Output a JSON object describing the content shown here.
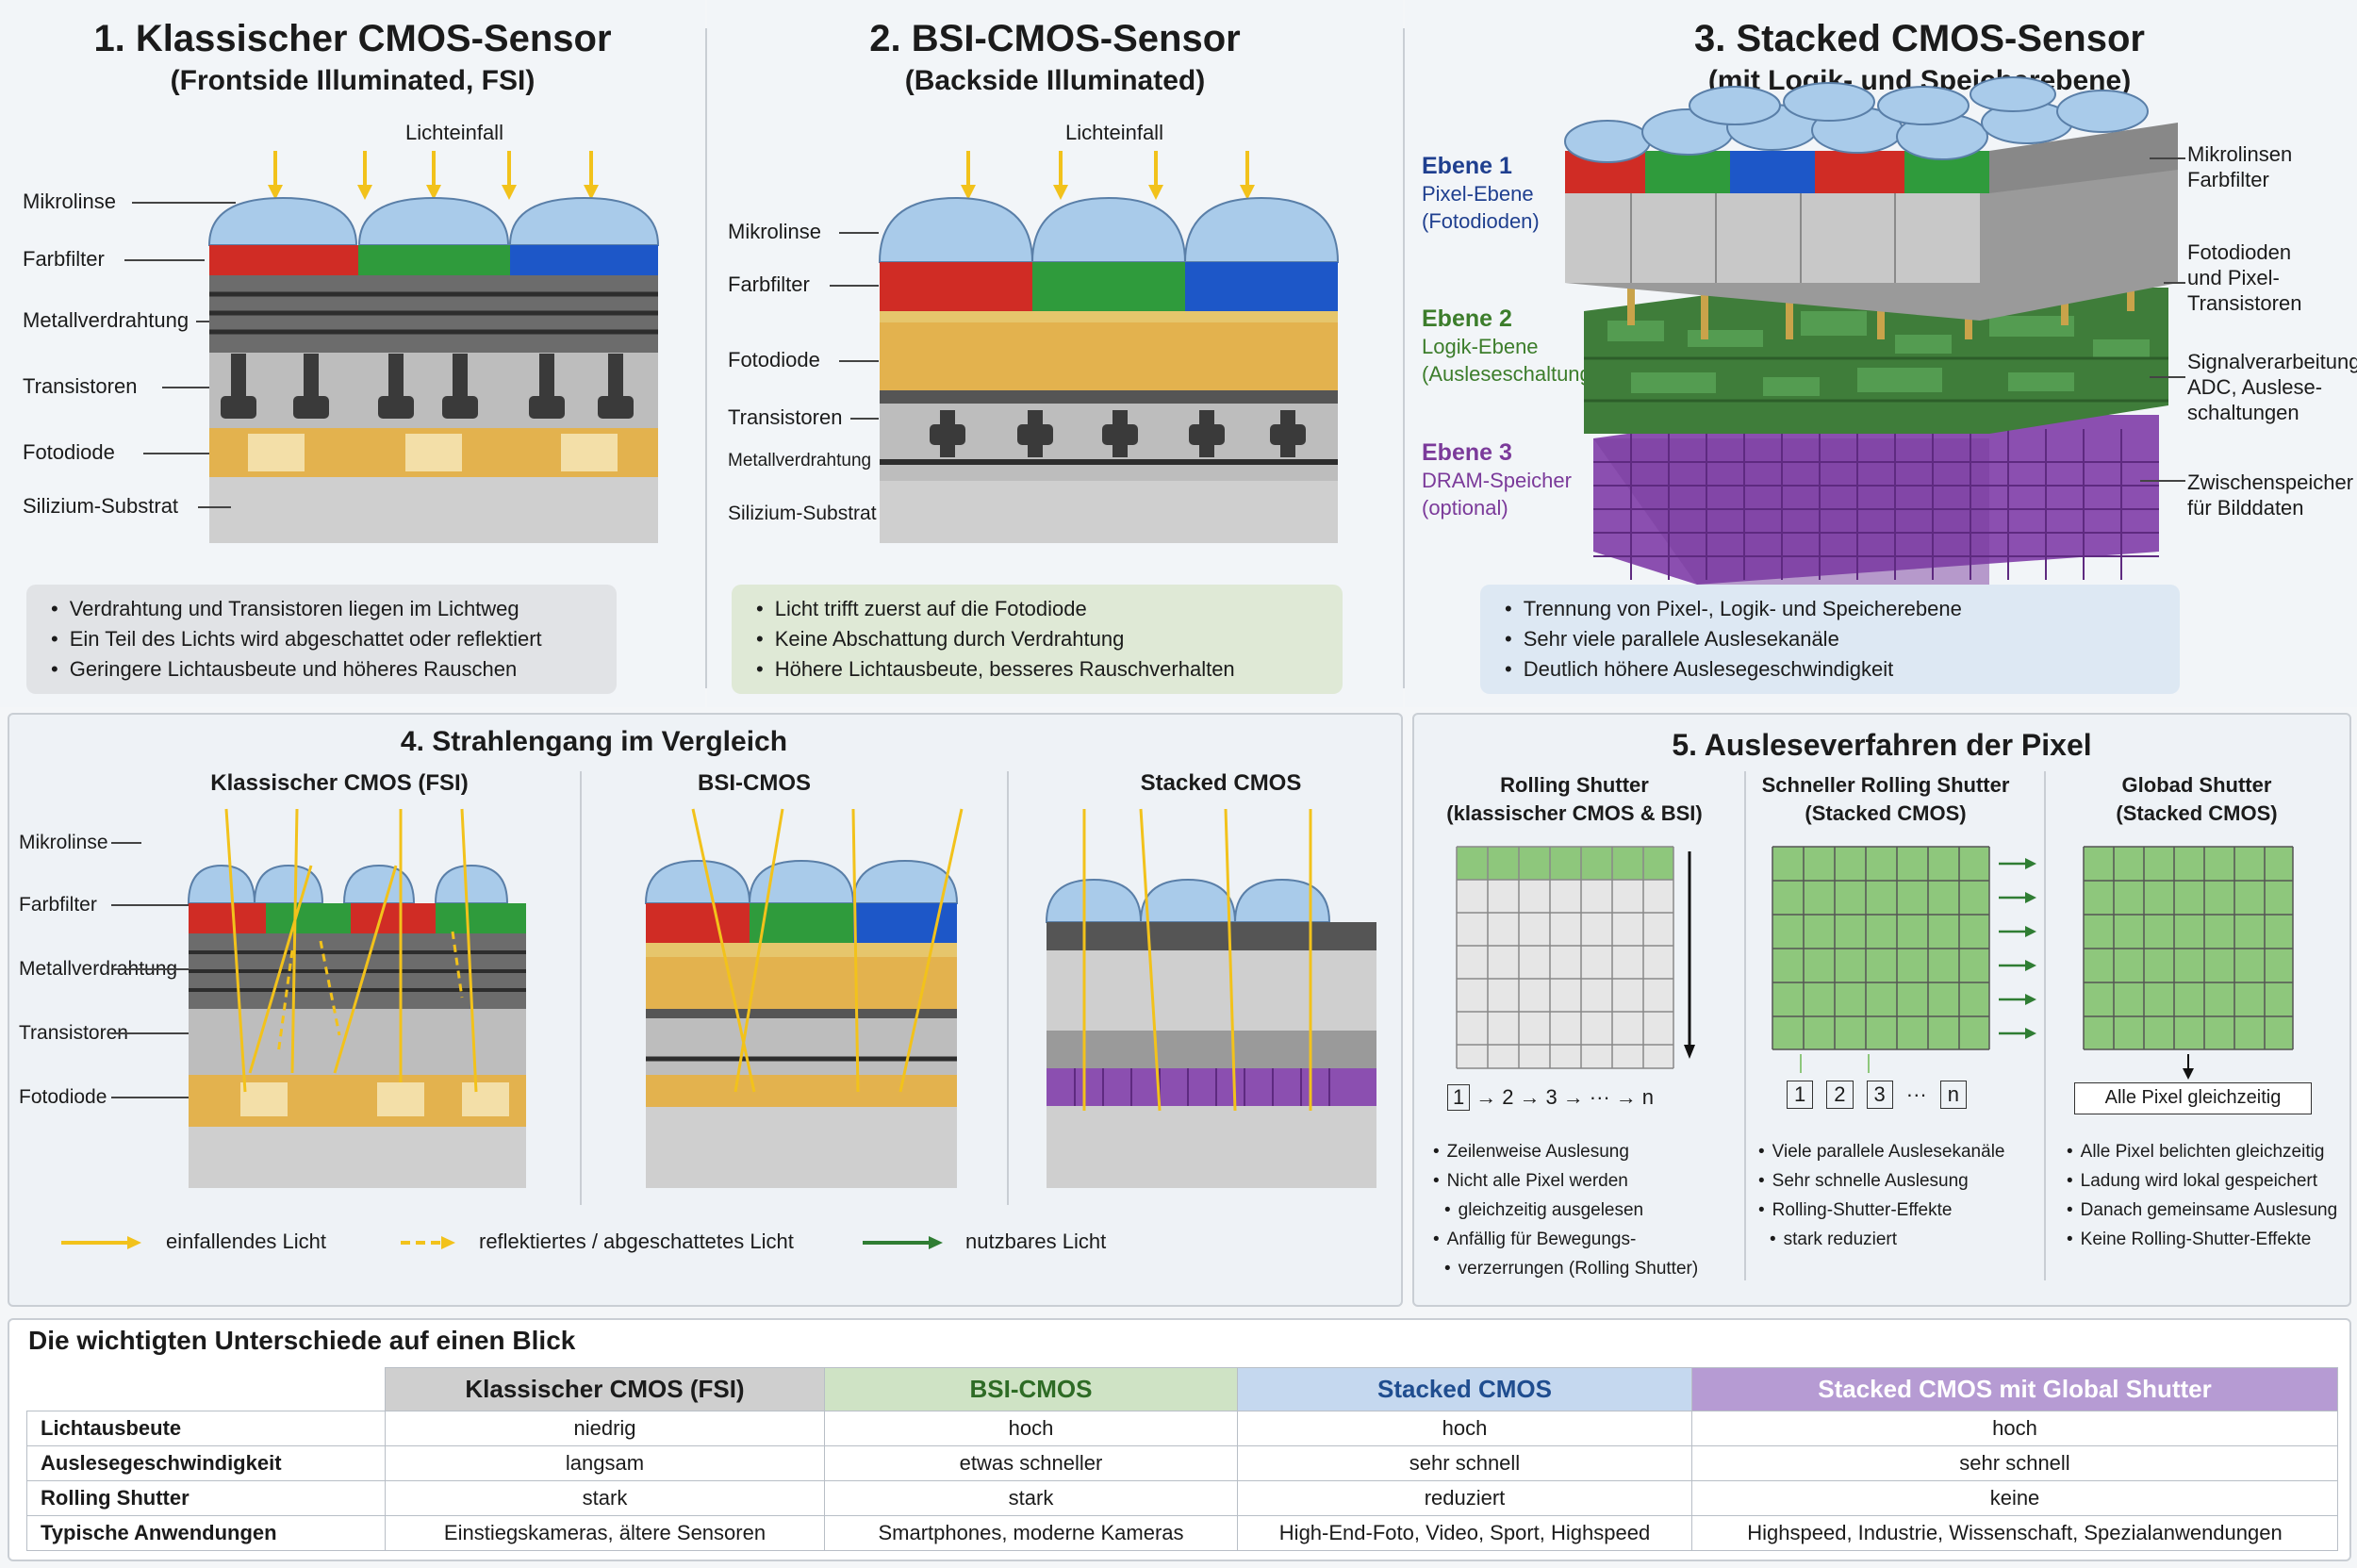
{
  "sections": {
    "fsi": {
      "title": "1. Klassischer CMOS-Sensor",
      "subtitle": "(Frontside Illuminated, FSI)",
      "light": "Lichteinfall",
      "labels": [
        "Mikrolinse",
        "Farbfilter",
        "Metallverdrahtung",
        "Transistoren",
        "Fotodiode",
        "Silizium-Substrat"
      ],
      "notes": [
        "Verdrahtung und Transistoren liegen im Lichtweg",
        "Ein Teil des Lichts wird abgeschattet oder reflektiert",
        "Geringere Lichtausbeute und höheres Rauschen"
      ]
    },
    "bsi": {
      "title": "2. BSI-CMOS-Sensor",
      "subtitle": "(Backside Illuminated)",
      "light": "Lichteinfall",
      "labels": [
        "Mikrolinse",
        "Farbfilter",
        "Fotodiode",
        "Transistoren",
        "Metallverdrahtung",
        "Silizium-Substrat"
      ],
      "notes": [
        "Licht trifft zuerst auf die Fotodiode",
        "Keine Abschattung durch Verdrahtung",
        "Höhere Lichtausbeute, besseres Rauschverhalten"
      ]
    },
    "stacked": {
      "title": "3. Stacked CMOS-Sensor",
      "subtitle": "(mit Logik- und Speicherebene)",
      "levels": [
        {
          "name": "Ebene 1",
          "desc1": "Pixel-Ebene",
          "desc2": "(Fotodioden)",
          "color": "#1f3f8f"
        },
        {
          "name": "Ebene 2",
          "desc1": "Logik-Ebene",
          "desc2": "(Ausleseschaltungen)",
          "color": "#3c7d2b"
        },
        {
          "name": "Ebene 3",
          "desc1": "DRAM-Speicher",
          "desc2": "(optional)",
          "color": "#7b3a9a"
        }
      ],
      "right_labels": [
        {
          "l1": "Mikrolinsen",
          "l2": "Farbfilter",
          "l3": ""
        },
        {
          "l1": "Fotodioden",
          "l2": "und Pixel-",
          "l3": "Transistoren"
        },
        {
          "l1": "Signalverarbeitung,",
          "l2": "ADC, Auslese-",
          "l3": "schaltungen"
        },
        {
          "l1": "Zwischenspeicher",
          "l2": "für Bilddaten",
          "l3": ""
        }
      ],
      "notes": [
        "Trennung von Pixel-, Logik- und Speicherebene",
        "Sehr viele parallele Auslesekanäle",
        "Deutlich höhere Auslesegeschwindigkeit"
      ]
    },
    "beam": {
      "title": "4. Strahlengang im Vergleich",
      "col1": "Klassischer CMOS (FSI)",
      "col2": "BSI-CMOS",
      "col3": "Stacked CMOS",
      "labels": [
        "Mikrolinse",
        "Farbfilter",
        "Metallverdrahtung",
        "Transistoren",
        "Fotodiode"
      ],
      "legend": [
        "einfallendes Licht",
        "reflektiertes / abgeschattetes Licht",
        "nutzbares Licht"
      ]
    },
    "readout": {
      "title": "5. Ausleseverfahren der Pixel",
      "col1": {
        "t1": "Rolling Shutter",
        "t2": "(klassischer CMOS & BSI)",
        "seq": [
          "1",
          "2",
          "3",
          "···",
          "n"
        ],
        "bullets": [
          "Zeilenweise Auslesung",
          "Nicht alle Pixel werden",
          "gleichzeitig ausgelesen",
          "Anfällig für Bewegungs-",
          "verzerrungen (Rolling Shutter)"
        ]
      },
      "col2": {
        "t1": "Schneller Rolling Shutter",
        "t2": "(Stacked CMOS)",
        "seq": [
          "1",
          "2",
          "3",
          "···",
          "n"
        ],
        "bullets": [
          "Viele parallele Auslesekanäle",
          "Sehr schnelle Auslesung",
          "Rolling-Shutter-Effekte",
          "stark reduziert"
        ]
      },
      "col3": {
        "t1": "Globad Shutter",
        "t2": "(Stacked CMOS)",
        "box": "Alle Pixel gleichzeitig",
        "bullets": [
          "Alle Pixel belichten gleichzeitig",
          "Ladung wird lokal gespeichert",
          "Danach gemeinsame Auslesung",
          "Keine Rolling-Shutter-Effekte"
        ]
      }
    }
  },
  "table": {
    "title": "Die wichtigten Unterschiede auf einen Blick",
    "headers": [
      "Klassischer CMOS (FSI)",
      "BSI-CMOS",
      "Stacked CMOS",
      "Stacked CMOS mit Global Shutter"
    ],
    "header_colors": [
      "#cfcfcf",
      "#cfe3c5",
      "#c5d8ef",
      "#b69bd3"
    ],
    "rows": [
      {
        "label": "Lichtausbeute",
        "cells": [
          "niedrig",
          "hoch",
          "hoch",
          "hoch"
        ]
      },
      {
        "label": "Auslesegeschwindigkeit",
        "cells": [
          "langsam",
          "etwas schneller",
          "sehr schnell",
          "sehr schnell"
        ]
      },
      {
        "label": "Rolling Shutter",
        "cells": [
          "stark",
          "stark",
          "reduziert",
          "keine"
        ]
      },
      {
        "label": "Typische Anwendungen",
        "cells": [
          "Einstiegskameras, ältere Sensoren",
          "Smartphones, moderne Kameras",
          "High-End-Foto, Video, Sport, Highspeed",
          "Highspeed, Industrie, Wissenschaft, Spezialanwendungen"
        ]
      }
    ]
  }
}
